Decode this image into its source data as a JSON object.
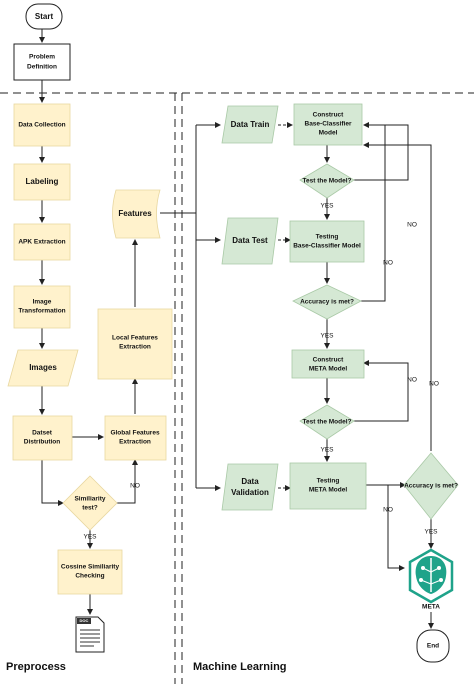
{
  "sections": {
    "preprocess": "Preprocess",
    "machine_learning": "Machine Learning"
  },
  "nodes": {
    "start": "Start",
    "problem_line1": "Problem",
    "problem_line2": "Definition",
    "data_collection": "Data Collection",
    "labeling": "Labeling",
    "apk_extraction": "APK Extraction",
    "image_line1": "Image",
    "image_line2": "Transformation",
    "images": "Images",
    "dataset_line1": "Datset",
    "dataset_line2": "Distribution",
    "similarity_line1": "Similiarity",
    "similarity_line2": "test?",
    "cosine_line1": "Cossine Similiarity",
    "cosine_line2": "Checking",
    "global_line1": "Global Features",
    "global_line2": "Extraction",
    "local_line1": "Local Features",
    "local_line2": "Extraction",
    "features": "Features",
    "data_train": "Data Train",
    "data_test": "Data Test",
    "data_validation_line1": "Data",
    "data_validation_line2": "Validation",
    "construct_base_line1": "Construct",
    "construct_base_line2": "Base-Classifier",
    "construct_base_line3": "Model",
    "test_model_1": "Test the Model?",
    "testing_base_line1": "Testing",
    "testing_base_line2": "Base-Classifier Model",
    "accuracy_1": "Accuracy is met?",
    "construct_meta_line1": "Construct",
    "construct_meta_line2": "META Model",
    "test_model_2": "Test the Model?",
    "testing_meta_line1": "Testing",
    "testing_meta_line2": "META Model",
    "accuracy_2": "Accuracy is met?",
    "meta": "META",
    "end": "End",
    "doc_tag": "DOC"
  },
  "edge_labels": {
    "yes": "YES",
    "no": "NO"
  }
}
